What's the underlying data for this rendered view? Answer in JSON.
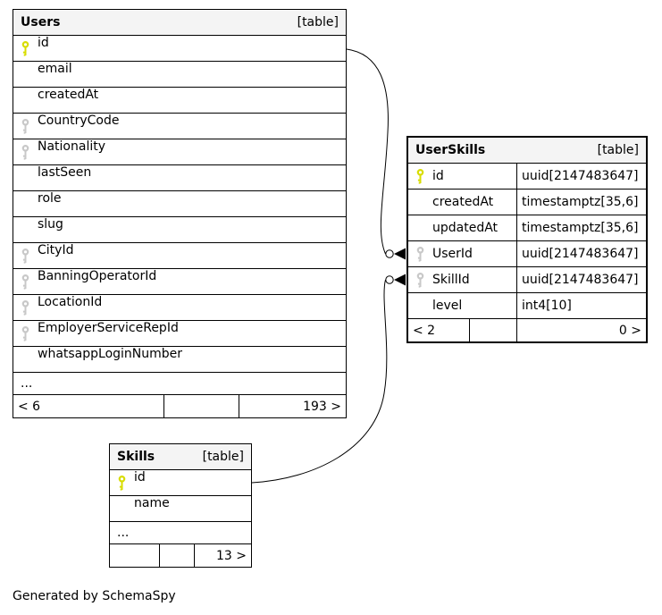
{
  "diagram": {
    "caption": "Generated by SchemaSpy",
    "colors": {
      "primary_key": "#d8dd00",
      "foreign_key": "#c8c8c8",
      "header_bg": "#f4f4f4",
      "edge": "#000000"
    }
  },
  "tables": {
    "users": {
      "title": "Users",
      "tag": "[table]",
      "rows": [
        {
          "name": "id",
          "key": "primary"
        },
        {
          "name": "email",
          "key": "none"
        },
        {
          "name": "createdAt",
          "key": "none"
        },
        {
          "name": "CountryCode",
          "key": "foreign"
        },
        {
          "name": "Nationality",
          "key": "foreign"
        },
        {
          "name": "lastSeen",
          "key": "none"
        },
        {
          "name": "role",
          "key": "none"
        },
        {
          "name": "slug",
          "key": "none"
        },
        {
          "name": "CityId",
          "key": "foreign"
        },
        {
          "name": "BanningOperatorId",
          "key": "foreign"
        },
        {
          "name": "LocationId",
          "key": "foreign"
        },
        {
          "name": "EmployerServiceRepId",
          "key": "foreign"
        },
        {
          "name": "whatsappLoginNumber",
          "key": "none"
        }
      ],
      "ellipsis": "...",
      "footer": {
        "left": "< 6",
        "middle": "",
        "right": "193 >"
      }
    },
    "userskills": {
      "title": "UserSkills",
      "tag": "[table]",
      "rows": [
        {
          "name": "id",
          "type": "uuid[2147483647]",
          "key": "primary"
        },
        {
          "name": "createdAt",
          "type": "timestamptz[35,6]",
          "key": "none"
        },
        {
          "name": "updatedAt",
          "type": "timestamptz[35,6]",
          "key": "none"
        },
        {
          "name": "UserId",
          "type": "uuid[2147483647]",
          "key": "foreign"
        },
        {
          "name": "SkillId",
          "type": "uuid[2147483647]",
          "key": "foreign"
        },
        {
          "name": "level",
          "type": "int4[10]",
          "key": "none"
        }
      ],
      "footer": {
        "left": "< 2",
        "middle": "",
        "right": "0 >"
      }
    },
    "skills": {
      "title": "Skills",
      "tag": "[table]",
      "rows": [
        {
          "name": "id",
          "key": "primary"
        },
        {
          "name": "name",
          "key": "none"
        }
      ],
      "ellipsis": "...",
      "footer": {
        "left": "",
        "middle": "",
        "right": "13 >"
      }
    }
  }
}
